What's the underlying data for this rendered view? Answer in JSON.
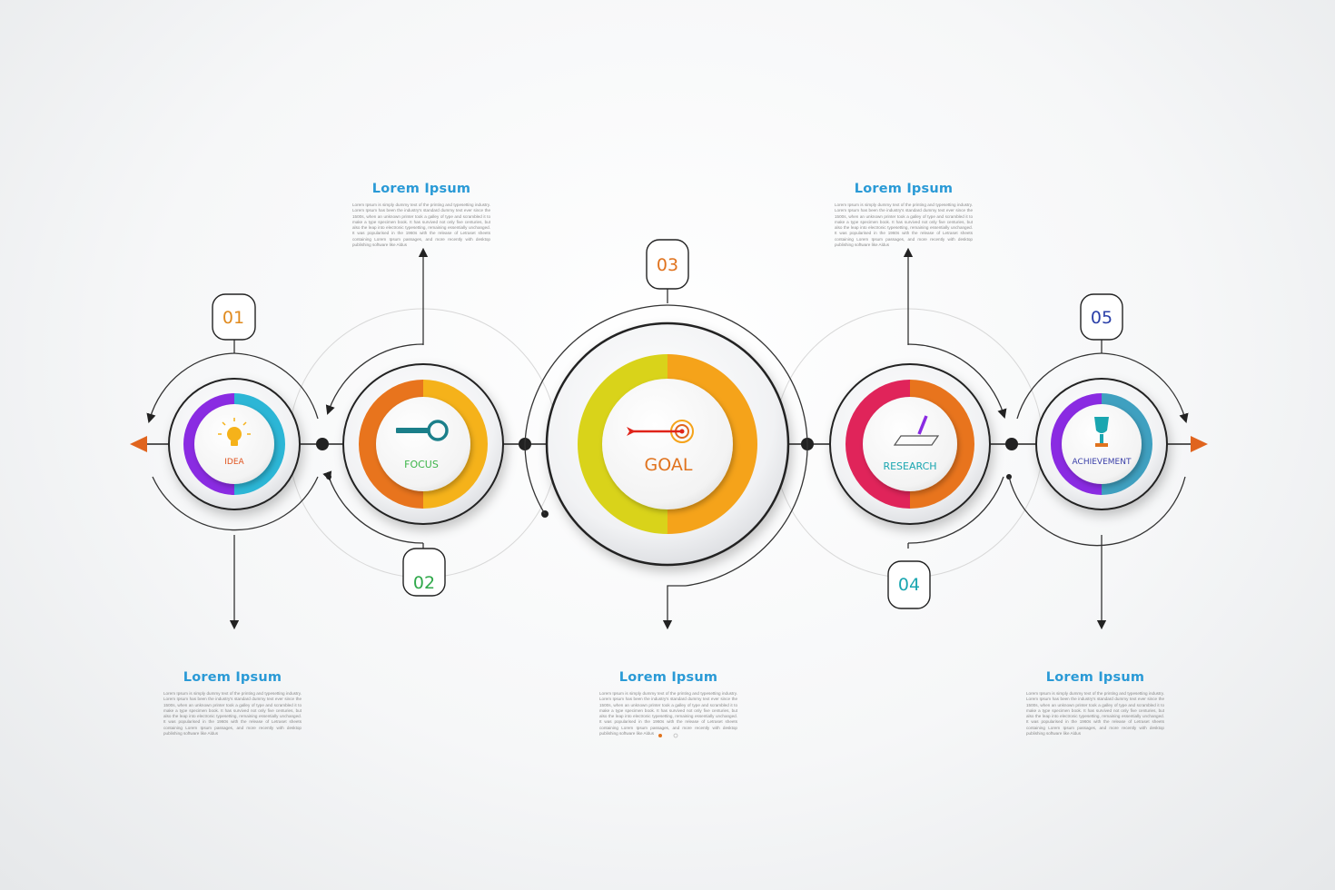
{
  "steps": [
    {
      "number": "01",
      "label": "IDEA",
      "number_color": "#e08a1e",
      "label_color": "#e0531e",
      "icon": "lightbulb-icon",
      "arc_colors": [
        "#2cb6d6",
        "#8a2be2"
      ]
    },
    {
      "number": "02",
      "label": "FOCUS",
      "number_color": "#2fa84a",
      "label_color": "#3db54a",
      "icon": "magnifier-icon",
      "arc_colors": [
        "#f5b21a",
        "#e8741d"
      ]
    },
    {
      "number": "03",
      "label": "GOAL",
      "number_color": "#e0731e",
      "label_color": "#e0731e",
      "icon": "target-arrow-icon",
      "arc_colors": [
        "#f5a31a",
        "#d9d31a"
      ]
    },
    {
      "number": "04",
      "label": "RESEARCH",
      "number_color": "#1aa6b0",
      "label_color": "#1aa6b0",
      "icon": "pen-paper-icon",
      "arc_colors": [
        "#e8741d",
        "#e0245a"
      ]
    },
    {
      "number": "05",
      "label": "ACHIEVEMENT",
      "number_color": "#2a3fa8",
      "label_color": "#3a3fa8",
      "icon": "trophy-icon",
      "arc_colors": [
        "#3fa0c0",
        "#8a2be2"
      ]
    }
  ],
  "text_blocks": [
    {
      "title": "Lorem Ipsum",
      "body": "Lorem Ipsum is simply dummy text of the printing and typesetting industry. Lorem Ipsum has been the industry's standard dummy text ever since the 1500s, when an unknown printer took a galley of type and scrambled it to make a type specimen book. It has survived not only five centuries, but also the leap into electronic typesetting, remaining essentially unchanged. It was popularised in the 1960s with the release of Letraset sheets containing Lorem Ipsum passages, and more recently with desktop publishing software like Aldus"
    },
    {
      "title": "Lorem Ipsum",
      "body": "Lorem Ipsum is simply dummy text of the printing and typesetting industry. Lorem Ipsum has been the industry's standard dummy text ever since the 1500s, when an unknown printer took a galley of type and scrambled it to make a type specimen book. It has survived not only five centuries, but also the leap into electronic typesetting, remaining essentially unchanged. It was popularised in the 1960s with the release of Letraset sheets containing Lorem Ipsum passages, and more recently with desktop publishing software like Aldus"
    },
    {
      "title": "Lorem Ipsum",
      "body": "Lorem Ipsum is simply dummy text of the printing and typesetting industry. Lorem Ipsum has been the industry's standard dummy text ever since the 1500s, when an unknown printer took a galley of type and scrambled it to make a type specimen book. It has survived not only five centuries, but also the leap into electronic typesetting, remaining essentially unchanged. It was popularised in the 1960s with the release of Letraset sheets containing Lorem Ipsum passages, and more recently with desktop publishing software like Aldus"
    },
    {
      "title": "Lorem Ipsum",
      "body": "Lorem Ipsum is simply dummy text of the printing and typesetting industry. Lorem Ipsum has been the industry's standard dummy text ever since the 1500s, when an unknown printer took a galley of type and scrambled it to make a type specimen book. It has survived not only five centuries, but also the leap into electronic typesetting, remaining essentially unchanged. It was popularised in the 1960s with the release of Letraset sheets containing Lorem Ipsum passages, and more recently with desktop publishing software like Aldus"
    },
    {
      "title": "Lorem Ipsum",
      "body": "Lorem Ipsum is simply dummy text of the printing and typesetting industry. Lorem Ipsum has been the industry's standard dummy text ever since the 1500s, when an unknown printer took a galley of type and scrambled it to make a type specimen book. It has survived not only five centuries, but also the leap into electronic typesetting, remaining essentially unchanged. It was popularised in the 1960s with the release of Letraset sheets containing Lorem Ipsum passages, and more recently with desktop publishing software like Aldus"
    }
  ],
  "colors": {
    "line": "#222222",
    "arrow_left": "#e0641e",
    "arrow_right": "#e0641e",
    "title_blue": "#2a9ad6"
  }
}
